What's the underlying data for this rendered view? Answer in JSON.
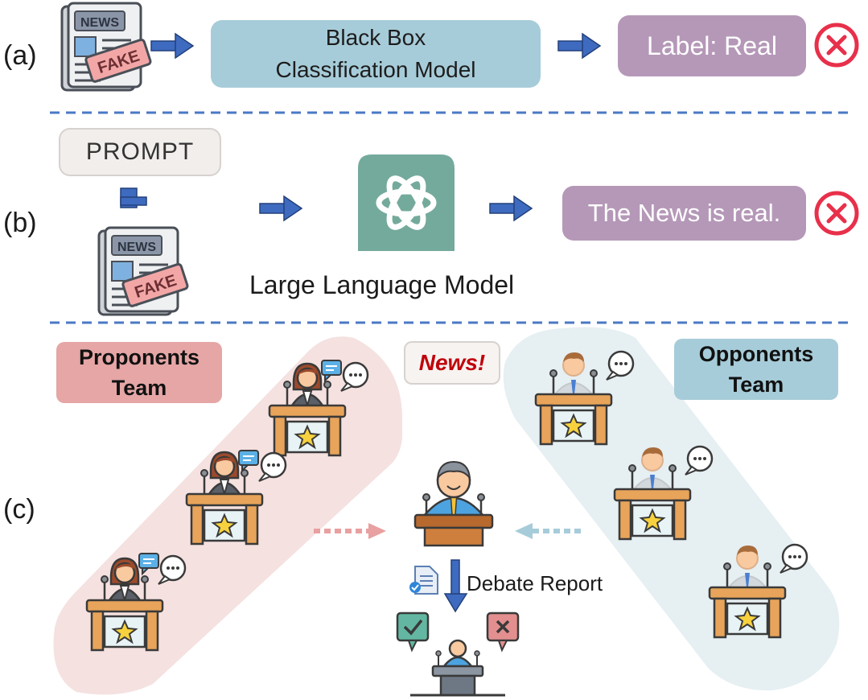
{
  "rows": {
    "a": {
      "label": "(a)",
      "classifier": [
        "Black Box",
        "Classification Model"
      ],
      "output": "Label: Real"
    },
    "b": {
      "label": "(b)",
      "prompt": "PROMPT",
      "llm_caption": "Large Language Model",
      "output": "The News is real."
    },
    "c": {
      "label": "(c)",
      "proponents": [
        "Proponents",
        "Team"
      ],
      "opponents": [
        "Opponents",
        "Team"
      ],
      "news": "News!",
      "report": "Debate Report"
    }
  },
  "icons": {
    "news_paper": "newspaper-fake-icon",
    "wrong": "x-circle-icon",
    "llm": "openai-logo-icon",
    "debater": "speaker-podium-icon",
    "judge": "judge-podium-icon",
    "report": "document-icon",
    "approve": "check-bubble-icon",
    "reject": "x-bubble-icon"
  },
  "colors": {
    "arrow": "#3e6bbf",
    "x_mark": "#e8304a",
    "divider": "#4a78c5",
    "classifier_box": "#a7ccd9",
    "output_box": "#b598b8",
    "proponent_team": "#e6a6a6",
    "opponent_team": "#a7ccd9",
    "proponent_band": "#f4e1e0",
    "opponent_band": "#e6eff2",
    "llm_logo": "#74aa9c",
    "news_text": "#c0000b"
  }
}
